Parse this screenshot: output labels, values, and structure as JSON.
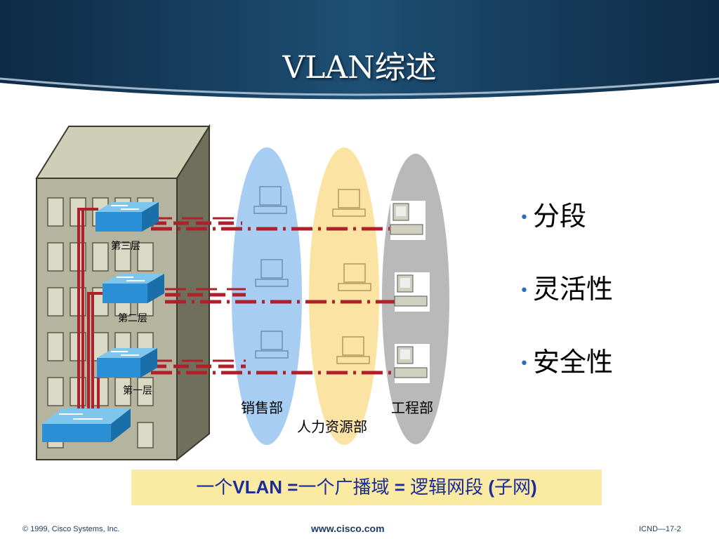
{
  "title": "VLAN综述",
  "building": {
    "floors": [
      "第三层",
      "第二层",
      "第一层"
    ]
  },
  "departments": {
    "sales": "销售部",
    "hr": "人力资源部",
    "engineering": "工程部"
  },
  "bullets": [
    "分段",
    "灵活性",
    "安全性"
  ],
  "formula": {
    "part1": "一个",
    "part2": "VLAN =",
    "part3": "一个广播域",
    "part4": " = ",
    "part5": "逻辑网段",
    "part6": " (",
    "part7": "子网",
    "part8": ")"
  },
  "footer": {
    "copyright": "© 1999, Cisco Systems, Inc.",
    "url": "www.cisco.com",
    "page": "ICND—17-2"
  },
  "colors": {
    "vlan_sales": "#a8cdf3",
    "vlan_hr": "#fbe4a3",
    "vlan_engineering": "#b9b9b9",
    "trunk": "#b0202a",
    "switch": "#2a8fd4",
    "formula_text": "#1a2b9a",
    "formula_bg": "#fbeaa2"
  }
}
